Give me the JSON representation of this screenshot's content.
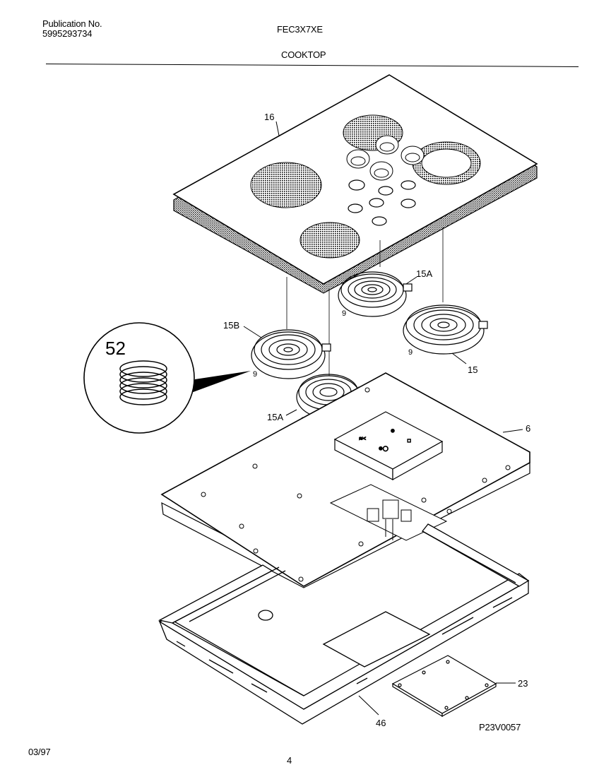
{
  "header": {
    "publication_label": "Publication No.",
    "publication_number": "5995293734",
    "model": "FEC3X7XE",
    "section": "COOKTOP"
  },
  "callouts": {
    "cooktop_glass": "16",
    "element_rear_left_label": "15B",
    "element_rear_right_label": "15A",
    "element_front_left_label": "15A",
    "element_front_right_label": "15",
    "screw_a": "9",
    "screw_b": "9",
    "screw_c": "9",
    "screw_d": "9",
    "detail_part": "52",
    "burner_box": "6",
    "cover_plate": "23",
    "base_frame": "46"
  },
  "footer": {
    "date": "03/97",
    "page_number": "4",
    "drawing_code": "P23V0057"
  }
}
